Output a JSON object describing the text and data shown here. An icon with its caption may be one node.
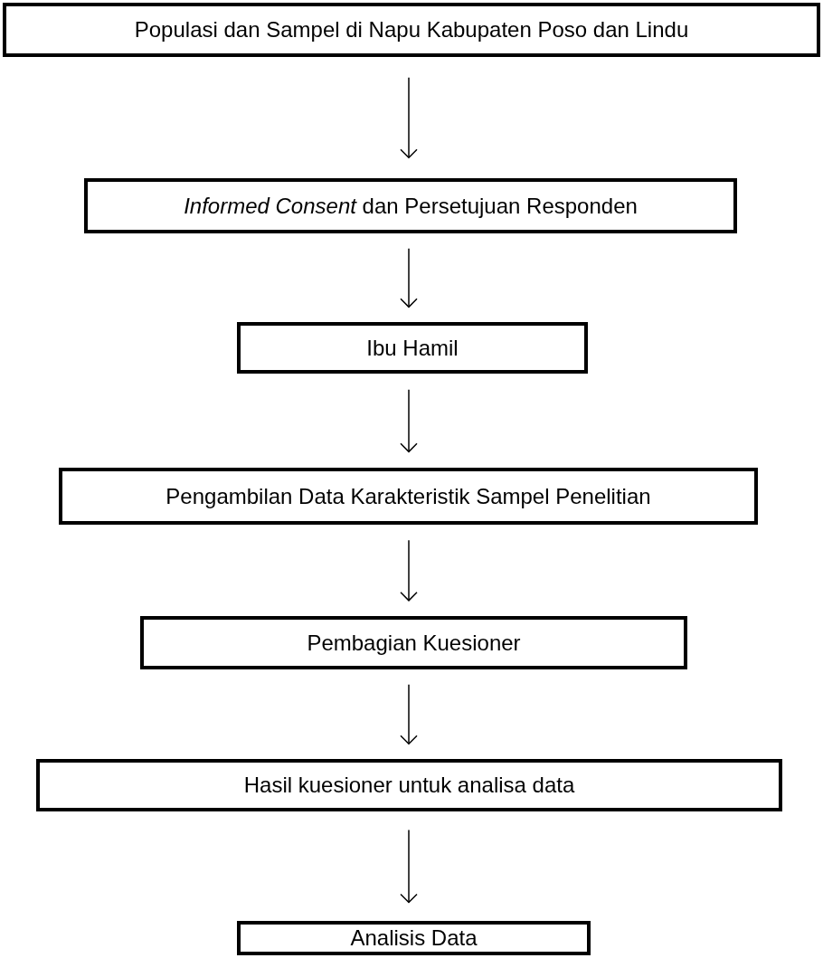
{
  "diagram": {
    "nodes": [
      {
        "text": [
          "Populasi dan Sampel di Napu Kabupaten Poso dan Lindu"
        ]
      },
      {
        "text": [
          "*Informed Consent* dan Persetujuan Responden"
        ]
      },
      {
        "text": [
          "Ibu Hamil"
        ]
      },
      {
        "text": [
          "Pengambilan Data Karakteristik Sampel Penelitian"
        ]
      },
      {
        "text": [
          "Pembagian Kuesioner"
        ]
      },
      {
        "text": [
          "Hasil kuesioner untuk analisa data"
        ]
      },
      {
        "text": [
          "Analisis Data"
        ]
      }
    ],
    "edges": [
      {
        "from": 0,
        "to": 1,
        "arrow": "to"
      },
      {
        "from": 1,
        "to": 2,
        "arrow": "to"
      },
      {
        "from": 2,
        "to": 3,
        "arrow": "to"
      },
      {
        "from": 3,
        "to": 4,
        "arrow": "to"
      },
      {
        "from": 4,
        "to": 5,
        "arrow": "to"
      },
      {
        "from": 5,
        "to": 6,
        "arrow": "to"
      }
    ]
  }
}
